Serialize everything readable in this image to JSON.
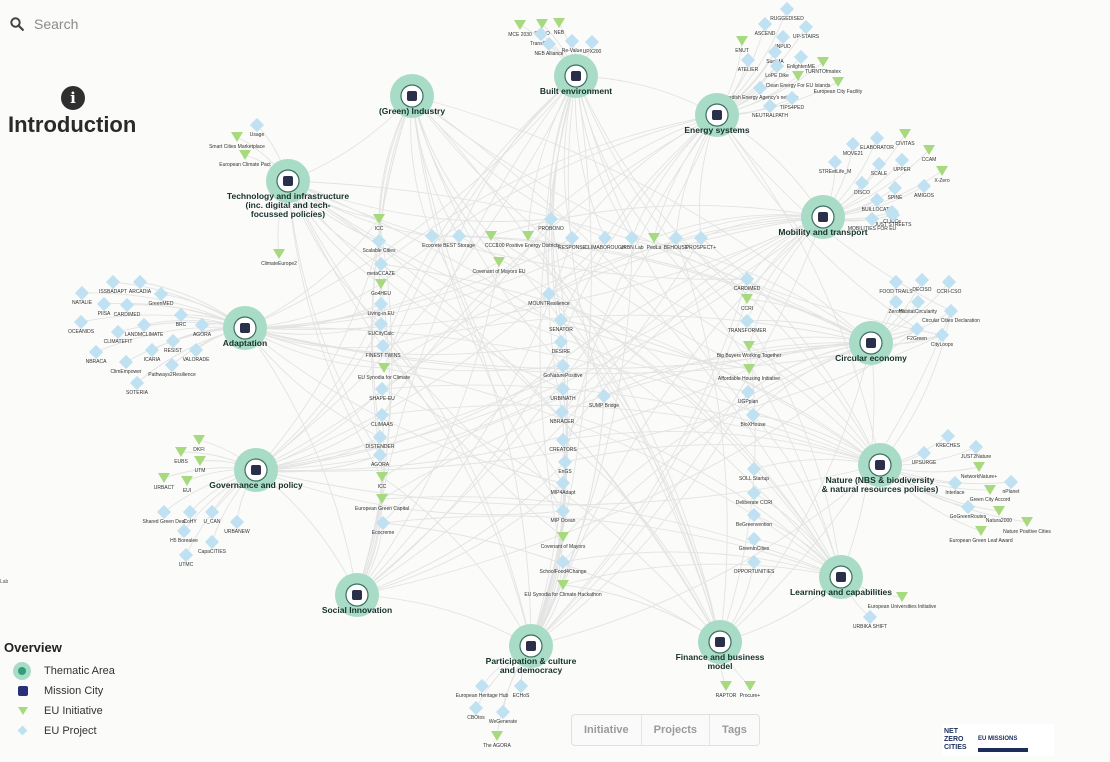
{
  "search": {
    "placeholder": "Search",
    "icon": "search-icon"
  },
  "intro": {
    "title": "Introduction",
    "icon": "info-icon"
  },
  "legend": {
    "title": "Overview",
    "items": [
      {
        "label": "Thematic Area"
      },
      {
        "label": "Mission City"
      },
      {
        "label": "EU Initiative"
      },
      {
        "label": "EU Project"
      }
    ]
  },
  "tabs": [
    "Initiative",
    "Projects",
    "Tags"
  ],
  "logos": {
    "netzero": "NET ZERO CITIES",
    "missions": "EU MISSIONS"
  },
  "stray_label": "Lab",
  "colors": {
    "thematic": "#a9dcc6",
    "thematic_inner": "#2f9e7a",
    "initiative": "#a7da7f",
    "project": "#bfe1f1",
    "mission": "#2a2f7a",
    "edge": "#e3e3e3"
  },
  "graph": {
    "themes": [
      {
        "id": "green_industry",
        "label": "(Green) Industry"
      },
      {
        "id": "built",
        "label": "Built environment"
      },
      {
        "id": "energy",
        "label": "Energy systems"
      },
      {
        "id": "tech",
        "label": "Technology and infrastructure (inc. digital and tech-focussed policies)"
      },
      {
        "id": "mobility",
        "label": "Mobility and transport"
      },
      {
        "id": "adaptation",
        "label": "Adaptation"
      },
      {
        "id": "circular",
        "label": "Circular economy"
      },
      {
        "id": "nature",
        "label": "Nature (NBS & biodiversity & natural resources policies)"
      },
      {
        "id": "governance",
        "label": "Governance and policy"
      },
      {
        "id": "learning",
        "label": "Learning and capabilities"
      },
      {
        "id": "social",
        "label": "Social Innovation"
      },
      {
        "id": "participation",
        "label": "Participation & culture and democracy"
      },
      {
        "id": "finance",
        "label": "Finance and business model"
      }
    ],
    "nodes": [
      {
        "t": "i",
        "label": "MCE 2030"
      },
      {
        "t": "i",
        "label": "SMILO"
      },
      {
        "t": "i",
        "label": "NEB"
      },
      {
        "t": "p",
        "label": "TransCap"
      },
      {
        "t": "p",
        "label": "NEB Alliance"
      },
      {
        "t": "p",
        "label": "Re-Value"
      },
      {
        "t": "p",
        "label": "UPX200"
      },
      {
        "t": "p",
        "label": "RUGGEDISED"
      },
      {
        "t": "p",
        "label": "ASCEND"
      },
      {
        "t": "p",
        "label": "UP-STAIRS"
      },
      {
        "t": "p",
        "label": "INPUD"
      },
      {
        "t": "i",
        "label": "ENUT"
      },
      {
        "t": "p",
        "label": "SuniMA"
      },
      {
        "t": "p",
        "label": "EnlightenME"
      },
      {
        "t": "i",
        "label": "TURNTOfmatex"
      },
      {
        "t": "p",
        "label": "ATELIER"
      },
      {
        "t": "p",
        "label": "LoPE Dike"
      },
      {
        "t": "i",
        "label": "Clean Energy For EU Islands"
      },
      {
        "t": "i",
        "label": "European City Facility"
      },
      {
        "t": "p",
        "label": "Swedish Energy Agency's network"
      },
      {
        "t": "p",
        "label": "TIPS4PED"
      },
      {
        "t": "p",
        "label": "NEUTRALPATH"
      },
      {
        "t": "p",
        "label": "Usage"
      },
      {
        "t": "i",
        "label": "Smart Cities Marketplace"
      },
      {
        "t": "i",
        "label": "European Climate Pact"
      },
      {
        "t": "i",
        "label": "ICC"
      },
      {
        "t": "p",
        "label": "Scalable Cities"
      },
      {
        "t": "i",
        "label": "ClimateEurope2"
      },
      {
        "t": "p",
        "label": "Ecocrete"
      },
      {
        "t": "p",
        "label": "BEST Storage"
      },
      {
        "t": "i",
        "label": "CCCI"
      },
      {
        "t": "i",
        "label": "100 Positive Energy Districts"
      },
      {
        "t": "p",
        "label": "RESPONSE"
      },
      {
        "t": "p",
        "label": "CLIMABOROUGH"
      },
      {
        "t": "p",
        "label": "PROBONO"
      },
      {
        "t": "p",
        "label": "uRBN Lab"
      },
      {
        "t": "i",
        "label": "PedLa"
      },
      {
        "t": "p",
        "label": "BEHOUSE"
      },
      {
        "t": "p",
        "label": "PROSPECT+"
      },
      {
        "t": "i",
        "label": "Covenant of Mayors EU"
      },
      {
        "t": "p",
        "label": "MOVE21"
      },
      {
        "t": "p",
        "label": "ELABORATOR"
      },
      {
        "t": "i",
        "label": "CIVITAS"
      },
      {
        "t": "i",
        "label": "CCAM"
      },
      {
        "t": "p",
        "label": "STREetLife_M"
      },
      {
        "t": "p",
        "label": "SCALE"
      },
      {
        "t": "p",
        "label": "UPPER"
      },
      {
        "t": "i",
        "label": "X-Zero"
      },
      {
        "t": "p",
        "label": "DISCO"
      },
      {
        "t": "p",
        "label": "SPINE"
      },
      {
        "t": "p",
        "label": "AMIGOS"
      },
      {
        "t": "p",
        "label": "BUILLOCATE"
      },
      {
        "t": "p",
        "label": "CLICCe"
      },
      {
        "t": "p",
        "label": "JUST STREETS"
      },
      {
        "t": "p",
        "label": "MOBILITIES FOR EU"
      },
      {
        "t": "p",
        "label": "NATALIE"
      },
      {
        "t": "p",
        "label": "ISSBADAPT"
      },
      {
        "t": "p",
        "label": "ARCADIA"
      },
      {
        "t": "p",
        "label": "PIISA"
      },
      {
        "t": "p",
        "label": "CARDIMED"
      },
      {
        "t": "p",
        "label": "GreenMED"
      },
      {
        "t": "p",
        "label": "OCEANIDS"
      },
      {
        "t": "p",
        "label": "LANDMCLIMATE"
      },
      {
        "t": "p",
        "label": "BRC"
      },
      {
        "t": "p",
        "label": "AGORA"
      },
      {
        "t": "p",
        "label": "CLIMATEFIT"
      },
      {
        "t": "p",
        "label": "RESIST"
      },
      {
        "t": "p",
        "label": "NBRACA"
      },
      {
        "t": "p",
        "label": "ICARIA"
      },
      {
        "t": "p",
        "label": "VALORADE"
      },
      {
        "t": "p",
        "label": "ClimEmpower"
      },
      {
        "t": "p",
        "label": "Pathways2Resilience"
      },
      {
        "t": "p",
        "label": "SOTERIA"
      },
      {
        "t": "p",
        "label": "FOOD TRAILS"
      },
      {
        "t": "p",
        "label": "DECISO"
      },
      {
        "t": "p",
        "label": "CCRI-CSO"
      },
      {
        "t": "p",
        "label": "ZeroW"
      },
      {
        "t": "p",
        "label": "HabitatCircularity"
      },
      {
        "t": "p",
        "label": "Circular Cities Declaration"
      },
      {
        "t": "p",
        "label": "F2Green"
      },
      {
        "t": "p",
        "label": "CityLoops"
      },
      {
        "t": "p",
        "label": "CARDIMED"
      },
      {
        "t": "i",
        "label": "CCRI"
      },
      {
        "t": "p",
        "label": "TRANSFORMER"
      },
      {
        "t": "i",
        "label": "Big Buyers Working Together"
      },
      {
        "t": "i",
        "label": "Affordable Housing Initiative"
      },
      {
        "t": "p",
        "label": "UGPplan"
      },
      {
        "t": "p",
        "label": "BioXHouse"
      },
      {
        "t": "p",
        "label": "MOUNTResilience"
      },
      {
        "t": "p",
        "label": "SENATOR"
      },
      {
        "t": "p",
        "label": "DESIRE"
      },
      {
        "t": "p",
        "label": "GoNaturePositive"
      },
      {
        "t": "p",
        "label": "URBINATH"
      },
      {
        "t": "p",
        "label": "SUMP Bridge"
      },
      {
        "t": "p",
        "label": "NBRACER"
      },
      {
        "t": "p",
        "label": "CREATORS"
      },
      {
        "t": "p",
        "label": "EnGS"
      },
      {
        "t": "p",
        "label": "MIP4Adapt"
      },
      {
        "t": "p",
        "label": "MIP Ocean"
      },
      {
        "t": "i",
        "label": "Covenant of Mayors"
      },
      {
        "t": "p",
        "label": "SchoolFood4Change"
      },
      {
        "t": "i",
        "label": "EU Synodia for Climate Hackathon"
      },
      {
        "t": "p",
        "label": "metaCCAZE"
      },
      {
        "t": "i",
        "label": "Go4HEU"
      },
      {
        "t": "p",
        "label": "Living-in.EU"
      },
      {
        "t": "p",
        "label": "EUCityCalc"
      },
      {
        "t": "p",
        "label": "FINEST TWINS"
      },
      {
        "t": "i",
        "label": "EU Synodia for Climate"
      },
      {
        "t": "p",
        "label": "SHAPE-EU"
      },
      {
        "t": "p",
        "label": "CLIMAAS"
      },
      {
        "t": "p",
        "label": "DISTENDER"
      },
      {
        "t": "p",
        "label": "AGORA"
      },
      {
        "t": "i",
        "label": "ICC"
      },
      {
        "t": "i",
        "label": "European Green Capital"
      },
      {
        "t": "p",
        "label": "Ecocreme"
      },
      {
        "t": "i",
        "label": "DKFI"
      },
      {
        "t": "i",
        "label": "EUBS"
      },
      {
        "t": "i",
        "label": "UTM"
      },
      {
        "t": "i",
        "label": "URBACT"
      },
      {
        "t": "i",
        "label": "EUI"
      },
      {
        "t": "p",
        "label": "CoHY"
      },
      {
        "t": "p",
        "label": "Shared Green Deal"
      },
      {
        "t": "p",
        "label": "U_CAN"
      },
      {
        "t": "p",
        "label": "URBANEW"
      },
      {
        "t": "p",
        "label": "H5 Borealee"
      },
      {
        "t": "p",
        "label": "CapaCITIES"
      },
      {
        "t": "p",
        "label": "UTMC"
      },
      {
        "t": "p",
        "label": "KRECHES"
      },
      {
        "t": "p",
        "label": "JUST2Nature"
      },
      {
        "t": "p",
        "label": "UPSURGE"
      },
      {
        "t": "i",
        "label": "NetworkNature+"
      },
      {
        "t": "p",
        "label": "Interlace"
      },
      {
        "t": "p",
        "label": "nPlanet"
      },
      {
        "t": "i",
        "label": "Green City Accord"
      },
      {
        "t": "p",
        "label": "GoGreenRoutes"
      },
      {
        "t": "i",
        "label": "Natura2000"
      },
      {
        "t": "i",
        "label": "Nature Positive Cities"
      },
      {
        "t": "i",
        "label": "European Green Leaf Award"
      },
      {
        "t": "p",
        "label": "SOLL Startup"
      },
      {
        "t": "p",
        "label": "Deliberate CCRI"
      },
      {
        "t": "p",
        "label": "BeGreenvention"
      },
      {
        "t": "p",
        "label": "GreenInCities"
      },
      {
        "t": "p",
        "label": "OPPORTUNITIES"
      },
      {
        "t": "i",
        "label": "European Universities Initiative"
      },
      {
        "t": "p",
        "label": "URBIKA SHIFT"
      },
      {
        "t": "i",
        "label": "RAPTOR"
      },
      {
        "t": "i",
        "label": "Procure+"
      },
      {
        "t": "p",
        "label": "European Heritage Hub"
      },
      {
        "t": "p",
        "label": "ECHoS"
      },
      {
        "t": "p",
        "label": "CBOtos"
      },
      {
        "t": "p",
        "label": "WeGenerate"
      },
      {
        "t": "i",
        "label": "The AGORA"
      }
    ]
  }
}
